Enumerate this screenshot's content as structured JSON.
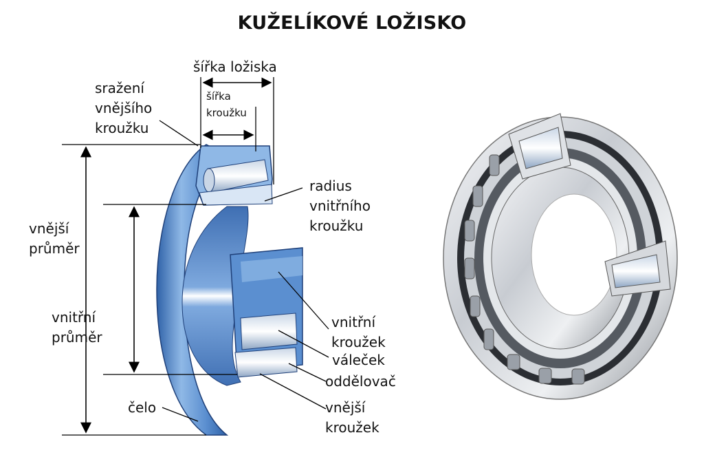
{
  "title": "KUŽELÍKOVÉ LOŽISKO",
  "labels": {
    "bearing_width": "šířka ložiska",
    "ring_width_1": "šířka",
    "ring_width_2": "kroužku",
    "outer_chamfer_1": "sražení",
    "outer_chamfer_2": "vnějšího",
    "outer_chamfer_3": "kroužku",
    "inner_radius_1": "radius",
    "inner_radius_2": "vnitřního",
    "inner_radius_3": "kroužku",
    "outer_diameter_1": "vnější",
    "outer_diameter_2": "průměr",
    "inner_diameter_1": "vnitřní",
    "inner_diameter_2": "průměr",
    "inner_ring_1": "vnitřní",
    "inner_ring_2": "kroužek",
    "roller": "váleček",
    "cage": "oddělovač",
    "face": "čelo",
    "outer_ring_1": "vnější",
    "outer_ring_2": "kroužek"
  },
  "colors": {
    "blue_dark": "#2f62a8",
    "blue_mid": "#5b8fd0",
    "blue_light": "#8fb8e6",
    "steel_light": "#e9ecef",
    "steel_dark": "#3a3d42"
  }
}
